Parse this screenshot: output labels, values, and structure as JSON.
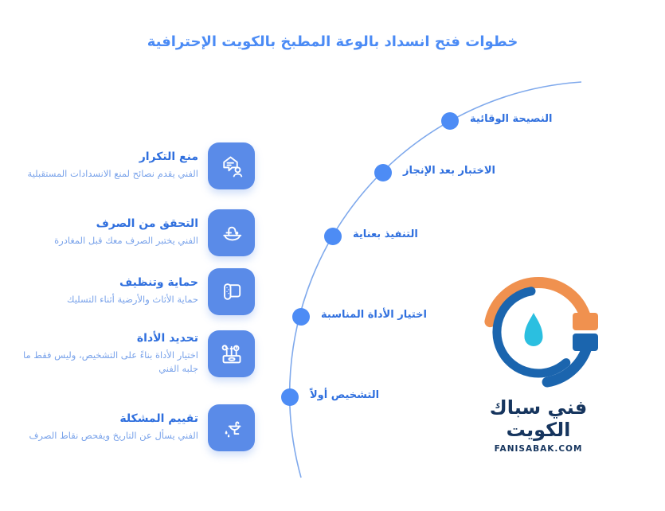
{
  "page": {
    "title": "خطوات فتح انسداد بالوعة المطبخ بالكويت الإحترافية"
  },
  "steps": [
    {
      "title": "منع التكرار",
      "description": "الفني يقدم نصائح لمنع الانسدادات المستقبلية",
      "icon": "home-advice-icon"
    },
    {
      "title": "التحقق من الصرف",
      "description": "الفني يختبر الصرف معك قبل المغادرة",
      "icon": "faucet-basin-icon"
    },
    {
      "title": "حماية وتنظيف",
      "description": "حماية الأثاث والأرضية أثناء التسليك",
      "icon": "protective-mat-icon"
    },
    {
      "title": "تحديد الأداة",
      "description": "اختيار الأداة بناءً على التشخيص، وليس فقط ما جلبه الفني",
      "icon": "toolbox-icon"
    },
    {
      "title": "تقييم المشكلة",
      "description": "الفني يسأل عن التاريخ ويفحص نقاط الصرف",
      "icon": "sink-inspect-icon"
    }
  ],
  "timeline": [
    {
      "label": "النصيحة الوقائية"
    },
    {
      "label": "الاختبار بعد الإنجاز"
    },
    {
      "label": "التنفيذ بعناية"
    },
    {
      "label": "اختيار الأداة المناسبة"
    },
    {
      "label": "التشخيص أولاً"
    }
  ],
  "logo": {
    "brand": "فني سباك الكويت",
    "website": "FANISABAK.COM"
  },
  "colors": {
    "title_blue": "#4b8bf5",
    "item_title_blue": "#2f6fde",
    "item_desc_blue": "#7aa3ea",
    "tile_blue": "#5a8be8",
    "dot_blue": "#4d8cf5",
    "arc_line_blue": "#7fa9ec",
    "logo_blue": "#1b65ae",
    "logo_orange": "#f0914f",
    "logo_drop_cyan": "#2bbfe0",
    "logo_navy": "#16355e"
  }
}
